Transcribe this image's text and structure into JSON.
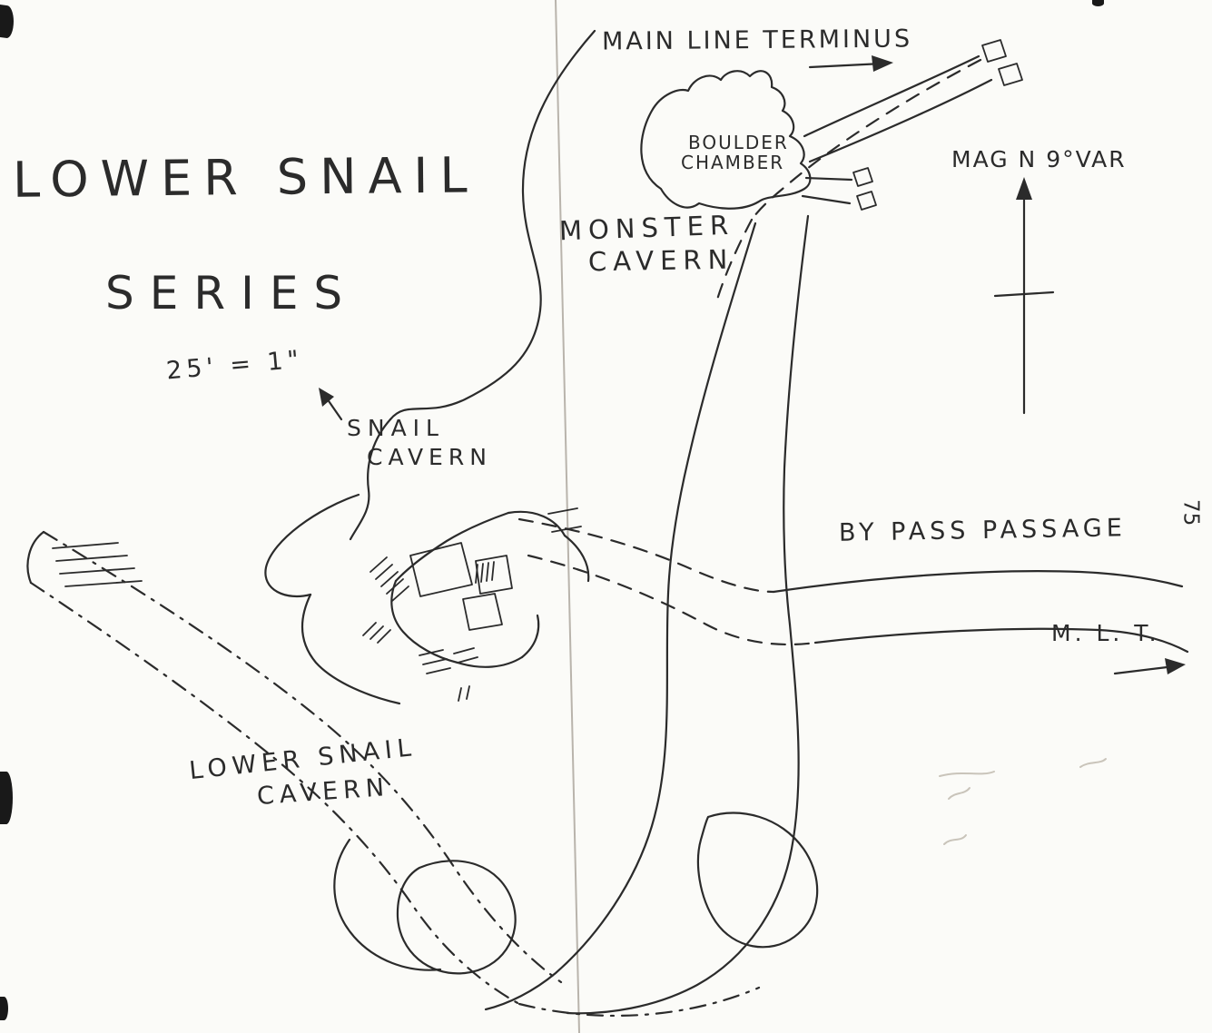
{
  "page": {
    "number": "75"
  },
  "map": {
    "title_line1": "LOWER SNAIL",
    "title_line2": "SERIES",
    "scale": "25' = 1\"",
    "labels": {
      "main_line_terminus": "MAIN LINE TERMINUS",
      "boulder_chamber_1": "BOULDER",
      "boulder_chamber_2": "CHAMBER",
      "monster_cavern_1": "MONSTER",
      "monster_cavern_2": "CAVERN",
      "mag_north": "MAG N 9°VAR",
      "snail_cavern_1": "SNAIL",
      "snail_cavern_2": "CAVERN",
      "bypass_passage": "BY PASS PASSAGE",
      "mlt": "M. L. T.",
      "lower_snail_1": "LOWER SNAIL",
      "lower_snail_2": "CAVERN"
    },
    "colors": {
      "ink": "#2b2b2b",
      "paper": "#fbfbf8",
      "fold_crease": "#b9b4ac"
    }
  }
}
